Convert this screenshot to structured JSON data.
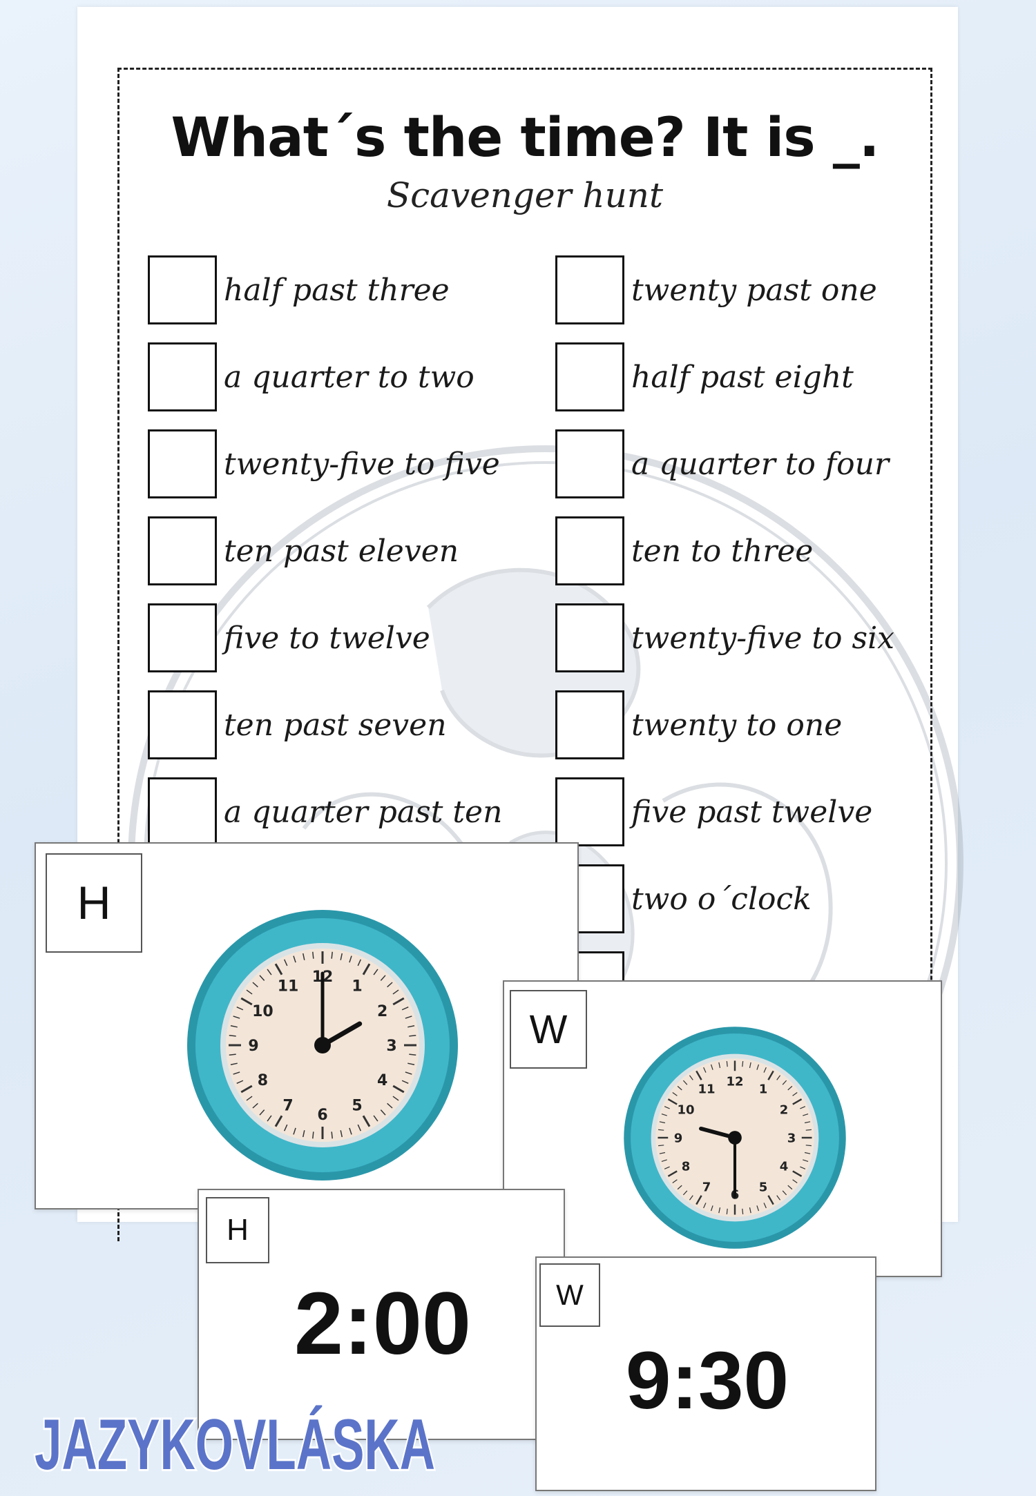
{
  "worksheet": {
    "title": "What´s the time? It is _.",
    "subtitle": "Scavenger hunt",
    "left_items": [
      "half past three",
      "a quarter to two",
      "twenty-five to five",
      "ten past eleven",
      "five to twelve",
      "ten past seven",
      "a quarter past ten"
    ],
    "right_items": [
      "twenty past one",
      "half past eight",
      "a quarter to four",
      "ten to three",
      "twenty-five to six",
      "twenty to one",
      "five past twelve",
      "two o´clock"
    ]
  },
  "cards": {
    "clock_h": {
      "letter": "H",
      "hour": 2,
      "minute": 0
    },
    "clock_w": {
      "letter": "W",
      "hour": 9,
      "minute": 30
    },
    "digital_h": {
      "letter": "H",
      "time": "2:00"
    },
    "digital_w": {
      "letter": "W",
      "time": "9:30"
    }
  },
  "clock_numbers": [
    "12",
    "1",
    "2",
    "3",
    "4",
    "5",
    "6",
    "7",
    "8",
    "9",
    "10",
    "11"
  ],
  "brand": {
    "name": "JAZYKOVLÁSKA"
  },
  "colors": {
    "clock_ring": "#3fb7c9",
    "clock_ring_dark": "#2a97a9",
    "clock_face": "#f3e6d9",
    "brand_fill": "#5b74c9",
    "brand_stroke": "#ffffff"
  }
}
